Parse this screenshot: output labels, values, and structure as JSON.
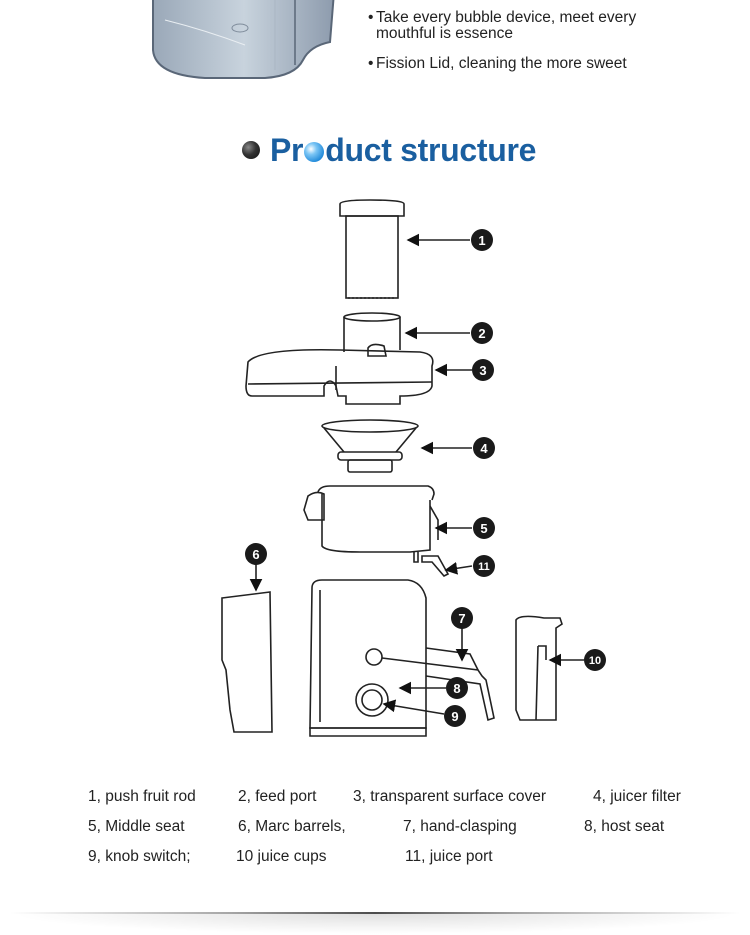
{
  "features": [
    {
      "bullet": "•",
      "line1": "Take every bubble device, meet every",
      "line2": "mouthful is essence"
    },
    {
      "bullet": "•",
      "line1": "Fission Lid,  cleaning the more sweet",
      "line2": ""
    }
  ],
  "section": {
    "title_prefix": "Pr",
    "title_suffix": "duct structure",
    "title_color": "#1a5fa0"
  },
  "diagram": {
    "callouts": [
      "1",
      "2",
      "3",
      "4",
      "5",
      "6",
      "7",
      "8",
      "9",
      "10",
      "11"
    ]
  },
  "legend": {
    "row1": [
      "1, push fruit rod",
      "2, feed port",
      "3, transparent surface cover",
      "4, juicer filter"
    ],
    "row2": [
      "5, Middle seat",
      "6, Marc barrels,",
      "7,  hand-clasping",
      "8, host seat"
    ],
    "row3": [
      "9, knob switch;",
      "10 juice cups",
      "11, juice port"
    ]
  }
}
